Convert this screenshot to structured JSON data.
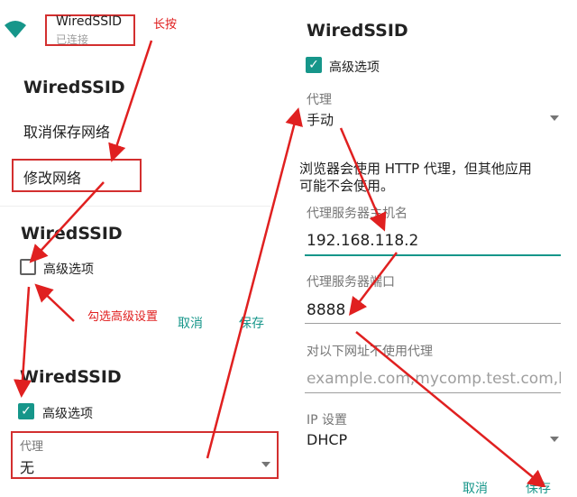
{
  "wifi_item": {
    "ssid": "WiredSSID",
    "status": "已连接"
  },
  "annotations": {
    "long_press": "长按",
    "check_advanced": "勾选高级设置"
  },
  "context_menu": {
    "title": "WiredSSID",
    "forget": "取消保存网络",
    "modify": "修改网络"
  },
  "dialog1": {
    "title": "WiredSSID",
    "advanced": "高级选项",
    "cancel": "取消",
    "save": "保存"
  },
  "dialog2": {
    "title": "WiredSSID",
    "advanced": "高级选项",
    "proxy_label": "代理",
    "proxy_value": "无"
  },
  "dialog3": {
    "title": "WiredSSID",
    "advanced": "高级选项",
    "proxy_label": "代理",
    "proxy_value": "手动",
    "notice": "浏览器会使用 HTTP 代理，但其他应用可能不会使用。",
    "notice_line1": "浏览器会使用 HTTP 代理，但其他应用",
    "notice_line2": "可能不会使用。",
    "host_label": "代理服务器主机名",
    "host_value": "192.168.118.2",
    "port_label": "代理服务器端口",
    "port_value": "8888",
    "bypass_label": "对以下网址不使用代理",
    "bypass_placeholder": "example.com,mycomp.test.com,lo",
    "ip_label": "IP 设置",
    "ip_value": "DHCP",
    "cancel": "取消",
    "save": "保存"
  },
  "colors": {
    "accent": "#16968a",
    "annotation": "#e02020"
  }
}
